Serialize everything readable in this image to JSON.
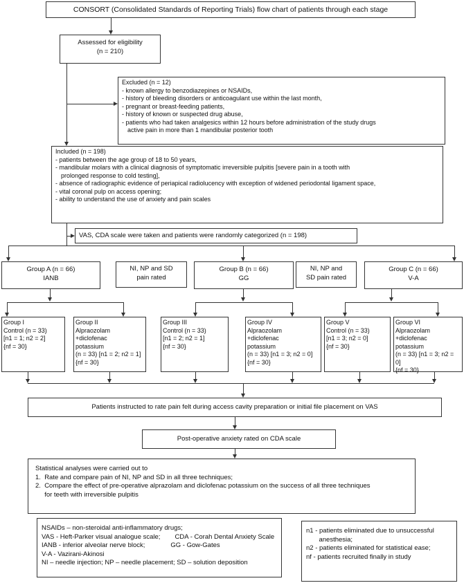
{
  "title": "CONSORT (Consolidated Standards of Reporting Trials) flow chart of patients through each stage",
  "assessed": {
    "label": "Assessed for eligibility",
    "n": "(n = 210)"
  },
  "excluded": {
    "header": "Excluded (n = 12)",
    "items": [
      "- known allergy to benzodiazepines or NSAIDs,",
      "- history of bleeding disorders or anticoagulant use within the last month,",
      "- pregnant or breast-feeding patients,",
      "- history of known or suspected drug abuse,",
      "- patients who had taken analgesics within 12 hours before administration of the study drugs",
      "  active pain in more than 1 mandibular posterior tooth"
    ]
  },
  "included": {
    "header": "Included (n = 198)",
    "items": [
      "- patients between the age group of 18 to 50 years,",
      "- mandibular molars with a clinical diagnosis of symptomatic irreversible pulpitis [severe pain in a tooth with",
      "  prolonged response to cold testing],",
      "- absence of radiographic evidence of periapical radiolucency with exception of widened periodontal ligament space,",
      "- vital coronal pulp on access opening;",
      "- ability to understand the use of anxiety and pain scales"
    ]
  },
  "randomized": "VAS, CDA scale were taken and patients were randomly categorized (n = 198)",
  "groups": [
    {
      "line1": "Group A (n = 66)",
      "line2": "IANB"
    },
    {
      "line1": "Group B (n = 66)",
      "line2": "GG"
    },
    {
      "line1": "Group C (n = 66)",
      "line2": "V-A"
    }
  ],
  "pain_rated": [
    {
      "line1": "NI, NP and SD",
      "line2": "pain rated"
    },
    {
      "line1": "NI, NP and",
      "line2": "SD pain rated"
    }
  ],
  "subgroups": [
    {
      "lines": [
        "Group I",
        "Control (n = 33)",
        "[n1 = 1; n2 = 2]",
        "{nf = 30}"
      ]
    },
    {
      "lines": [
        "Group II",
        "Alpraozolam",
        "+diclofenac",
        "potassium",
        "(n = 33) [n1 = 2; n2 = 1]",
        "{nf = 30}"
      ]
    },
    {
      "lines": [
        "Group III",
        "Control (n = 33)",
        "[n1 = 2; n2 = 1]",
        "{nf = 30}"
      ]
    },
    {
      "lines": [
        "Group IV",
        "Alpraozolam",
        "+diclofenac",
        "potassium",
        "(n = 33)    [n1 = 3; n2 = 0]",
        "{nf = 30}"
      ]
    },
    {
      "lines": [
        "Group V",
        "Control (n = 33)",
        "[n1 = 3; n2 = 0]",
        "{nf = 30}"
      ]
    },
    {
      "lines": [
        "Group VI",
        "Alpraozolam",
        "+diclofenac",
        "potassium",
        "(n = 33) [n1 = 3; n2 = 0]",
        "{nf = 30}"
      ]
    }
  ],
  "instructed": "Patients instructed to rate pain felt during access cavity preparation or initial file placement on VAS",
  "postop": "Post-operative anxiety rated on CDA scale",
  "statistics": {
    "intro": "Statistical analyses were carried out to",
    "items": [
      "1.  Rate and compare pain of NI, NP and SD in all three techniques;",
      "2.  Compare the effect of pre-operative alprazolam and diclofenac potassium on the success of all three techniques",
      "     for teeth with irreversible pulpitis"
    ]
  },
  "abbrev": [
    "NSAIDs – non-steroidal anti-inflammatory drugs;",
    "VAS - Heft-Parker visual analogue scale;        CDA - Corah Dental Anxiety Scale",
    "IANB - inferior alveolar nerve block;              GG - Gow-Gates",
    "V-A - Vazirani-Akinosi",
    "NI – needle injection; NP – needle placement; SD – solution deposition"
  ],
  "legend": [
    "n1 - patients eliminated due to unsuccessful",
    "       anesthesia;",
    "n2 - patients eliminated for statistical ease;",
    "nf - patients recruited finally in study"
  ]
}
